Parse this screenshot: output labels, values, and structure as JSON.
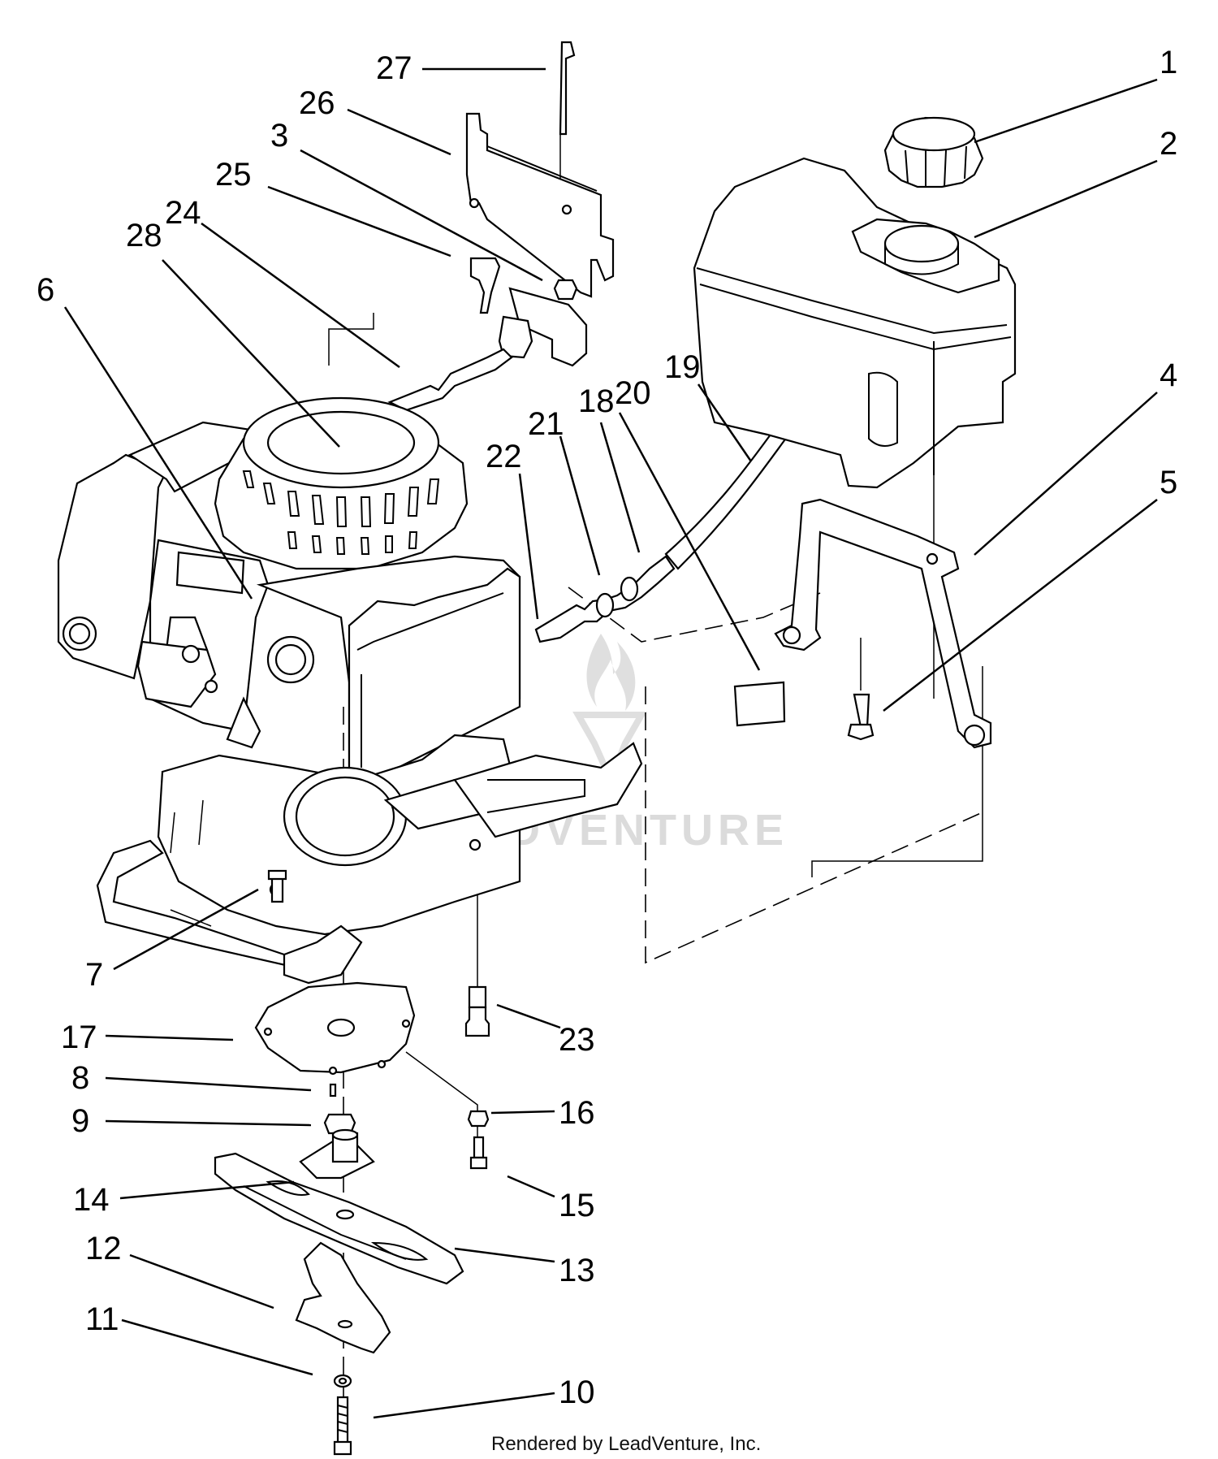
{
  "callouts": [
    {
      "id": "1",
      "text": "1"
    },
    {
      "id": "2",
      "text": "2"
    },
    {
      "id": "3",
      "text": "3"
    },
    {
      "id": "4",
      "text": "4"
    },
    {
      "id": "5",
      "text": "5"
    },
    {
      "id": "6",
      "text": "6"
    },
    {
      "id": "7",
      "text": "7"
    },
    {
      "id": "8",
      "text": "8"
    },
    {
      "id": "9",
      "text": "9"
    },
    {
      "id": "10",
      "text": "10"
    },
    {
      "id": "11",
      "text": "11"
    },
    {
      "id": "12",
      "text": "12"
    },
    {
      "id": "13",
      "text": "13"
    },
    {
      "id": "14",
      "text": "14"
    },
    {
      "id": "15",
      "text": "15"
    },
    {
      "id": "16",
      "text": "16"
    },
    {
      "id": "17",
      "text": "17"
    },
    {
      "id": "18",
      "text": "18"
    },
    {
      "id": "19",
      "text": "19"
    },
    {
      "id": "20",
      "text": "20"
    },
    {
      "id": "21",
      "text": "21"
    },
    {
      "id": "22",
      "text": "22"
    },
    {
      "id": "23",
      "text": "23"
    },
    {
      "id": "24",
      "text": "24"
    },
    {
      "id": "25",
      "text": "25"
    },
    {
      "id": "26",
      "text": "26"
    },
    {
      "id": "27",
      "text": "27"
    },
    {
      "id": "28",
      "text": "28"
    }
  ],
  "footer": {
    "credit": "Rendered by LeadVenture, Inc."
  },
  "watermark": {
    "text": "LEADVENTURE",
    "icon": "flame-logo-icon"
  },
  "colors": {
    "line": "#000000",
    "background": "#ffffff",
    "watermark": "#d8d8d8"
  }
}
